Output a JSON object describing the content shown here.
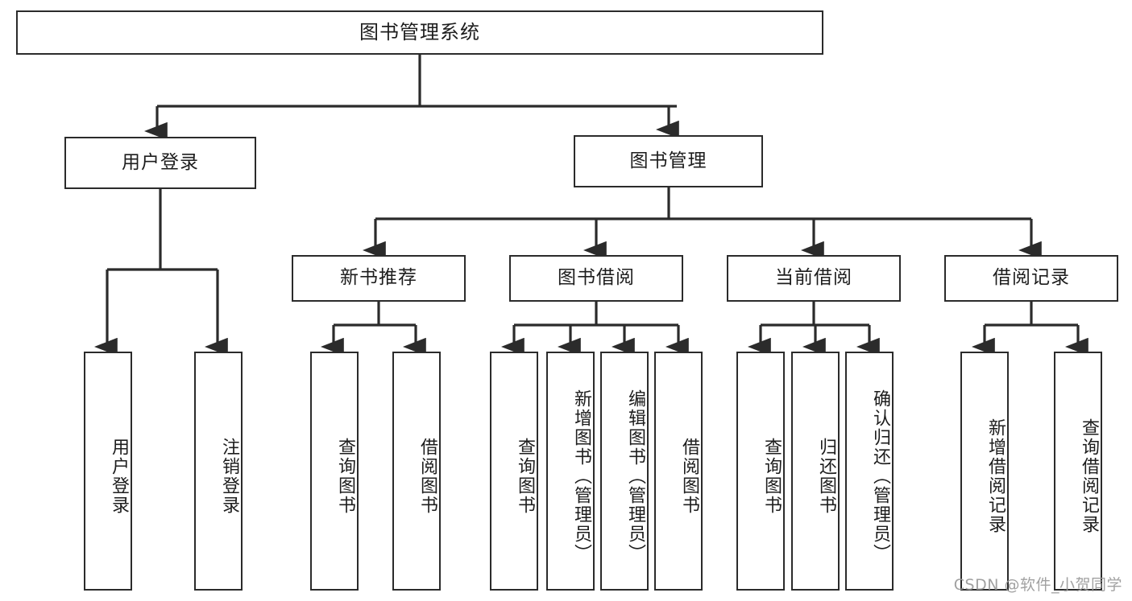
{
  "diagram": {
    "title": "图书管理系统",
    "watermark": "CSDN @软件_小贺同学",
    "accent_color": "#2b2b2b",
    "background_color": "#ffffff",
    "nodes": {
      "root": {
        "label": "图书管理系统"
      },
      "level2": [
        {
          "key": "user_login",
          "label": "用户登录"
        },
        {
          "key": "book_manage",
          "label": "图书管理"
        }
      ],
      "level3": [
        {
          "key": "new_book_rec",
          "label": "新书推荐"
        },
        {
          "key": "book_borrow",
          "label": "图书借阅"
        },
        {
          "key": "current_borrow",
          "label": "当前借阅"
        },
        {
          "key": "borrow_record",
          "label": "借阅记录"
        }
      ],
      "leaves": {
        "user_login": [
          {
            "key": "leaf_user_login",
            "label": "用户登录"
          },
          {
            "key": "leaf_logout",
            "label": "注销登录"
          }
        ],
        "new_book_rec": [
          {
            "key": "leaf_query_book_1",
            "label": "查询图书"
          },
          {
            "key": "leaf_borrow_book_1",
            "label": "借阅图书"
          }
        ],
        "book_borrow": [
          {
            "key": "leaf_query_book_2",
            "label": "查询图书"
          },
          {
            "key": "leaf_add_book",
            "label": "新增图书（管理员）"
          },
          {
            "key": "leaf_edit_book",
            "label": "编辑图书（管理员）"
          },
          {
            "key": "leaf_borrow_book_2",
            "label": "借阅图书"
          }
        ],
        "current_borrow": [
          {
            "key": "leaf_query_book_3",
            "label": "查询图书"
          },
          {
            "key": "leaf_return_book",
            "label": "归还图书"
          },
          {
            "key": "leaf_confirm_return",
            "label": "确认归还（管理员）"
          }
        ],
        "borrow_record": [
          {
            "key": "leaf_add_record",
            "label": "新增借阅记录"
          },
          {
            "key": "leaf_query_record",
            "label": "查询借阅记录"
          }
        ]
      }
    },
    "edges": [
      {
        "from": "root",
        "to": "user_login"
      },
      {
        "from": "root",
        "to": "book_manage"
      },
      {
        "from": "user_login",
        "to": "leaf_user_login"
      },
      {
        "from": "user_login",
        "to": "leaf_logout"
      },
      {
        "from": "book_manage",
        "to": "new_book_rec"
      },
      {
        "from": "book_manage",
        "to": "book_borrow"
      },
      {
        "from": "book_manage",
        "to": "current_borrow"
      },
      {
        "from": "book_manage",
        "to": "borrow_record"
      },
      {
        "from": "new_book_rec",
        "to": "leaf_query_book_1"
      },
      {
        "from": "new_book_rec",
        "to": "leaf_borrow_book_1"
      },
      {
        "from": "book_borrow",
        "to": "leaf_query_book_2"
      },
      {
        "from": "book_borrow",
        "to": "leaf_add_book"
      },
      {
        "from": "book_borrow",
        "to": "leaf_edit_book"
      },
      {
        "from": "book_borrow",
        "to": "leaf_borrow_book_2"
      },
      {
        "from": "current_borrow",
        "to": "leaf_query_book_3"
      },
      {
        "from": "current_borrow",
        "to": "leaf_return_book"
      },
      {
        "from": "current_borrow",
        "to": "leaf_confirm_return"
      },
      {
        "from": "borrow_record",
        "to": "leaf_add_record"
      },
      {
        "from": "borrow_record",
        "to": "leaf_query_record"
      }
    ]
  }
}
